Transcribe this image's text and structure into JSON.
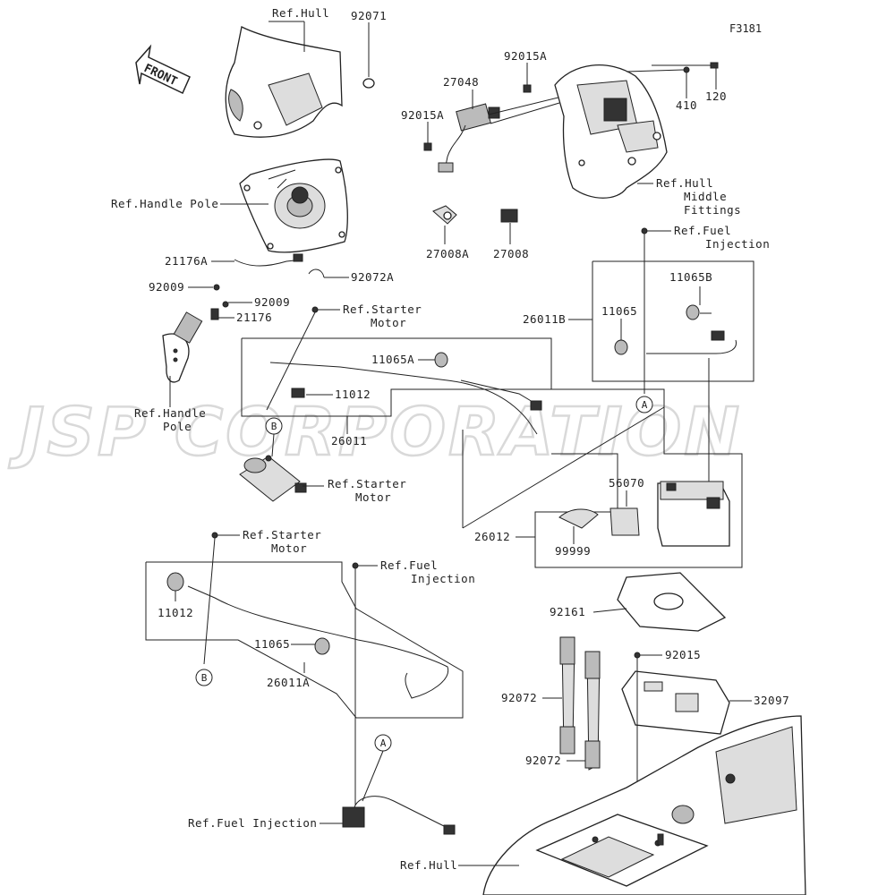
{
  "figure_code": "F3181",
  "watermark": "JSP CORPORATION",
  "front_label": "FRONT",
  "callouts": [
    "A",
    "A",
    "B",
    "B"
  ],
  "labels": {
    "ref_hull_top": "Ref.Hull",
    "p92071": "92071",
    "p92015A_a": "92015A",
    "p27048": "27048",
    "p92015A_b": "92015A",
    "p410": "410",
    "p120": "120",
    "ref_hull_mid_1": "Ref.Hull",
    "ref_hull_mid_2": "Middle",
    "ref_hull_mid_3": "Fittings",
    "ref_handle_pole_top": "Ref.Handle Pole",
    "p21176A": "21176A",
    "p92009_a": "92009",
    "p92072A": "92072A",
    "p92009_b": "92009",
    "p21176": "21176",
    "ref_handle_pole_1": "Ref.Handle",
    "ref_handle_pole_2": "Pole",
    "p27008A": "27008A",
    "p27008": "27008",
    "ref_fuel_inj_top_1": "Ref.Fuel",
    "ref_fuel_inj_top_2": "Injection",
    "p11065B": "11065B",
    "p11065_a": "11065",
    "p26011B": "26011B",
    "ref_starter_1a": "Ref.Starter",
    "ref_starter_1b": "Motor",
    "p11065A": "11065A",
    "p11012_a": "11012",
    "p26011": "26011",
    "ref_starter_2a": "Ref.Starter",
    "ref_starter_2b": "Motor",
    "p56070": "56070",
    "p26012": "26012",
    "p99999": "99999",
    "ref_starter_3a": "Ref.Starter",
    "ref_starter_3b": "Motor",
    "ref_fuel_inj_mid_1": "Ref.Fuel",
    "ref_fuel_inj_mid_2": "Injection",
    "p11012_b": "11012",
    "p92161": "92161",
    "p11065_b": "11065",
    "p92015": "92015",
    "p26011A": "26011A",
    "p92072_a": "92072",
    "p32097": "32097",
    "p92072_b": "92072",
    "ref_fuel_inj_bottom": "Ref.Fuel Injection",
    "ref_hull_bottom": "Ref.Hull"
  }
}
